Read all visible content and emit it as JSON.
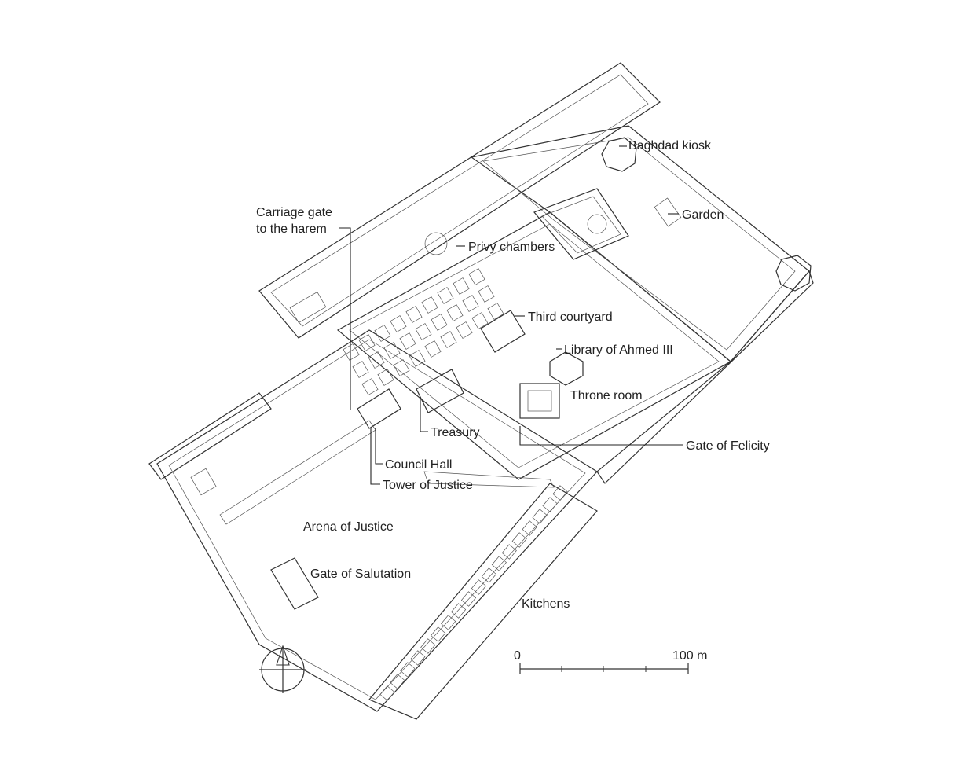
{
  "labels": {
    "baghdad_kiosk": "Baghdad kiosk",
    "garden": "Garden",
    "carriage_gate_line1": "Carriage gate",
    "carriage_gate_line2": "to the harem",
    "privy_chambers": "Privy chambers",
    "third_courtyard": "Third courtyard",
    "library": "Library of Ahmed III",
    "throne_room": "Throne room",
    "treasury": "Treasury",
    "gate_of_felicity": "Gate of Felicity",
    "council_hall": "Council Hall",
    "tower_of_justice": "Tower of Justice",
    "arena_of_justice": "Arena of Justice",
    "gate_of_salutation": "Gate of Salutation",
    "kitchens": "Kitchens"
  },
  "scale_bar": {
    "start_label": "0",
    "end_label": "100 m"
  },
  "colors": {
    "ink": "#333333",
    "background": "#ffffff"
  },
  "icons": {
    "north": "compass-north-icon"
  }
}
